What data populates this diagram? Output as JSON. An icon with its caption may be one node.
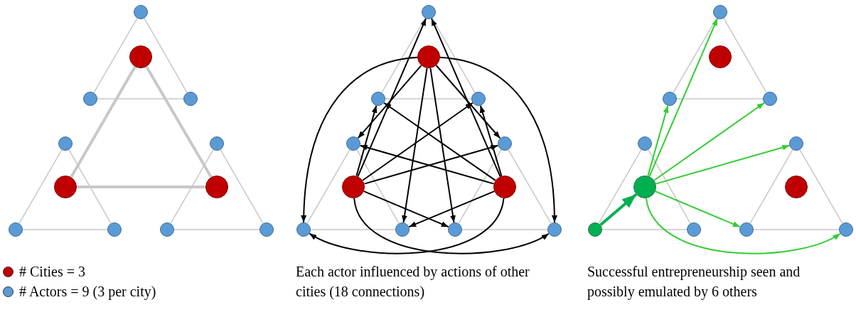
{
  "diagram": {
    "nodes": [
      {
        "text": [],
        "shape": "circle"
      },
      {
        "text": [],
        "shape": "circle"
      },
      {
        "text": [],
        "shape": "circle"
      },
      {
        "text": [],
        "shape": "circle"
      },
      {
        "text": [],
        "shape": "circle"
      },
      {
        "text": [],
        "shape": "circle"
      },
      {
        "text": [],
        "shape": "circle"
      },
      {
        "text": [],
        "shape": "circle"
      },
      {
        "text": [],
        "shape": "circle"
      },
      {
        "text": [],
        "shape": "circle"
      },
      {
        "text": [],
        "shape": "circle"
      },
      {
        "text": [],
        "shape": "circle"
      },
      {
        "text": [],
        "shape": "circle"
      },
      {
        "text": [],
        "shape": "circle"
      },
      {
        "text": [],
        "shape": "circle"
      },
      {
        "text": [],
        "shape": "circle"
      },
      {
        "text": [],
        "shape": "circle"
      },
      {
        "text": [],
        "shape": "circle"
      },
      {
        "text": [],
        "shape": "circle"
      },
      {
        "text": [],
        "shape": "circle"
      },
      {
        "text": [],
        "shape": "circle"
      },
      {
        "text": [],
        "shape": "circle"
      },
      {
        "text": [],
        "shape": "circle"
      },
      {
        "text": [],
        "shape": "circle"
      },
      {
        "text": [],
        "shape": "circle"
      },
      {
        "text": [],
        "shape": "circle"
      },
      {
        "text": [],
        "shape": "circle"
      },
      {
        "text": [],
        "shape": "circle"
      },
      {
        "text": [],
        "shape": "circle"
      },
      {
        "text": [],
        "shape": "circle"
      },
      {
        "text": [],
        "shape": "circle"
      },
      {
        "text": [],
        "shape": "circle"
      },
      {
        "text": [],
        "shape": "circle"
      },
      {
        "text": [],
        "shape": "circle"
      },
      {
        "text": [],
        "shape": "circle"
      },
      {
        "text": [],
        "shape": "circle"
      }
    ],
    "edges": [
      {
        "from": 0,
        "to": 2,
        "arrow": "none"
      },
      {
        "from": 0,
        "to": 3,
        "arrow": "none"
      },
      {
        "from": 2,
        "to": 3,
        "arrow": "none"
      },
      {
        "from": 4,
        "to": 8,
        "arrow": "none"
      },
      {
        "from": 4,
        "to": 9,
        "arrow": "none"
      },
      {
        "from": 8,
        "to": 9,
        "arrow": "none"
      },
      {
        "from": 5,
        "to": 10,
        "arrow": "none"
      },
      {
        "from": 5,
        "to": 11,
        "arrow": "none"
      },
      {
        "from": 10,
        "to": 11,
        "arrow": "none"
      },
      {
        "from": 1,
        "to": 6,
        "arrow": "none",
        "style": "thick"
      },
      {
        "from": 1,
        "to": 7,
        "arrow": "none",
        "style": "thick"
      },
      {
        "from": 6,
        "to": 7,
        "arrow": "none",
        "style": "thick"
      },
      {
        "from": 12,
        "to": 14,
        "arrow": "none"
      },
      {
        "from": 12,
        "to": 15,
        "arrow": "none"
      },
      {
        "from": 14,
        "to": 15,
        "arrow": "none"
      },
      {
        "from": 16,
        "to": 20,
        "arrow": "none"
      },
      {
        "from": 16,
        "to": 21,
        "arrow": "none"
      },
      {
        "from": 20,
        "to": 21,
        "arrow": "none"
      },
      {
        "from": 17,
        "to": 22,
        "arrow": "none"
      },
      {
        "from": 17,
        "to": 23,
        "arrow": "none"
      },
      {
        "from": 22,
        "to": 23,
        "arrow": "none"
      },
      {
        "from": 13,
        "to": 20,
        "arrow": "to",
        "color": "#000000"
      },
      {
        "from": 19,
        "to": 20,
        "arrow": "to",
        "color": "#000000"
      },
      {
        "from": 13,
        "to": 16,
        "arrow": "to",
        "color": "#000000"
      },
      {
        "from": 19,
        "to": 16,
        "arrow": "to",
        "color": "#000000"
      },
      {
        "from": 13,
        "to": 21,
        "arrow": "to",
        "color": "#000000"
      },
      {
        "from": 19,
        "to": 21,
        "arrow": "to",
        "color": "#000000"
      },
      {
        "from": 18,
        "to": 12,
        "arrow": "to",
        "color": "#000000"
      },
      {
        "from": 19,
        "to": 12,
        "arrow": "to",
        "color": "#000000"
      },
      {
        "from": 18,
        "to": 14,
        "arrow": "to",
        "color": "#000000"
      },
      {
        "from": 19,
        "to": 14,
        "arrow": "to",
        "color": "#000000"
      },
      {
        "from": 18,
        "to": 15,
        "arrow": "to",
        "color": "#000000"
      },
      {
        "from": 19,
        "to": 15,
        "arrow": "to",
        "color": "#000000"
      },
      {
        "from": 13,
        "to": 17,
        "arrow": "to",
        "color": "#000000"
      },
      {
        "from": 18,
        "to": 17,
        "arrow": "to",
        "color": "#000000"
      },
      {
        "from": 13,
        "to": 22,
        "arrow": "to",
        "color": "#000000"
      },
      {
        "from": 18,
        "to": 22,
        "arrow": "to",
        "color": "#000000"
      },
      {
        "from": 13,
        "to": 23,
        "arrow": "to",
        "color": "#000000"
      },
      {
        "from": 18,
        "to": 23,
        "arrow": "to",
        "color": "#000000"
      },
      {
        "from": 24,
        "to": 26,
        "arrow": "none"
      },
      {
        "from": 24,
        "to": 27,
        "arrow": "none"
      },
      {
        "from": 26,
        "to": 27,
        "arrow": "none"
      },
      {
        "from": 28,
        "to": 32,
        "arrow": "none"
      },
      {
        "from": 28,
        "to": 33,
        "arrow": "none"
      },
      {
        "from": 32,
        "to": 33,
        "arrow": "none"
      },
      {
        "from": 29,
        "to": 34,
        "arrow": "none"
      },
      {
        "from": 29,
        "to": 35,
        "arrow": "none"
      },
      {
        "from": 34,
        "to": 35,
        "arrow": "none"
      },
      {
        "from": 32,
        "to": 30,
        "arrow": "to",
        "style": "thick",
        "color": "#00b050"
      },
      {
        "from": 30,
        "to": 24,
        "arrow": "to",
        "color": "#33cc33"
      },
      {
        "from": 30,
        "to": 26,
        "arrow": "to",
        "color": "#33cc33"
      },
      {
        "from": 30,
        "to": 27,
        "arrow": "to",
        "color": "#33cc33"
      },
      {
        "from": 30,
        "to": 29,
        "arrow": "to",
        "color": "#33cc33"
      },
      {
        "from": 30,
        "to": 34,
        "arrow": "to",
        "color": "#33cc33"
      },
      {
        "from": 30,
        "to": 35,
        "arrow": "to",
        "color": "#33cc33"
      }
    ],
    "labels": [
      "Each actor influenced by actions of other cities (18 connections)",
      "Successful entrepreneurship seen and possibly emulated by 6 others"
    ],
    "legend": [
      {
        "text": "# Cities = 3",
        "color": "#c00000"
      },
      {
        "text": "# Actors = 9 (3 per city)",
        "color": "#5b9bd5"
      }
    ]
  }
}
